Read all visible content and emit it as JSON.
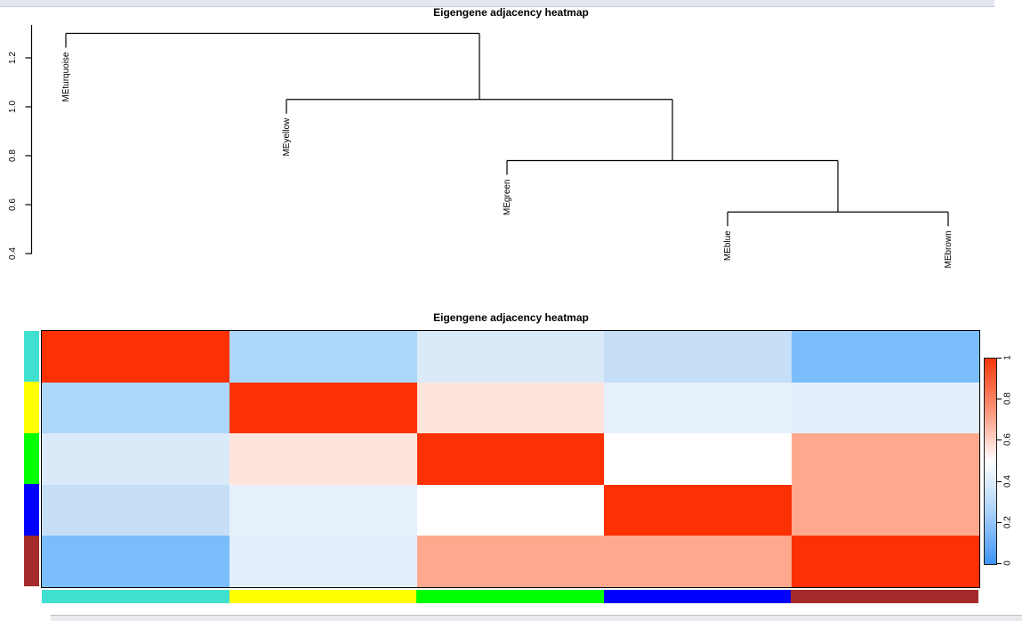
{
  "chrome": {
    "top_strip_color": "#e4e7ed",
    "scrollbar_color": "#e9ebef"
  },
  "chart_data": [
    {
      "type": "dendrogram",
      "title": "Eigengene adjacency heatmap",
      "axis_side": "left",
      "axis_range": [
        0.4,
        1.335
      ],
      "axis_ticks": [
        {
          "label": "0.4",
          "value": 0.4
        },
        {
          "label": "0.6",
          "value": 0.6
        },
        {
          "label": "0.8",
          "value": 0.8
        },
        {
          "label": "1.0",
          "value": 1.0
        },
        {
          "label": "1.2",
          "value": 1.2
        }
      ],
      "leaves": [
        "MEturquoise",
        "MEyellow",
        "MEgreen",
        "MEblue",
        "MEbrown"
      ],
      "tree": {
        "height": 1.3,
        "children": [
          {
            "leaf": "MEturquoise"
          },
          {
            "height": 1.03,
            "children": [
              {
                "leaf": "MEyellow"
              },
              {
                "height": 0.78,
                "children": [
                  {
                    "leaf": "MEgreen"
                  },
                  {
                    "height": 0.57,
                    "children": [
                      {
                        "leaf": "MEblue"
                      },
                      {
                        "leaf": "MEbrown"
                      }
                    ]
                  }
                ]
              }
            ]
          }
        ]
      },
      "merge_heights": {
        "MEblue+MEbrown": 0.57,
        "MEgreen+(MEblue,MEbrown)": 0.78,
        "MEyellow+(MEgreen,MEblue,MEbrown)": 1.03,
        "MEturquoise+(rest)": 1.3
      }
    },
    {
      "type": "heatmap",
      "title": "Eigengene adjacency heatmap",
      "rows": [
        "MEturquoise",
        "MEyellow",
        "MEgreen",
        "MEblue",
        "MEbrown"
      ],
      "cols": [
        "MEturquoise",
        "MEyellow",
        "MEgreen",
        "MEblue",
        "MEbrown"
      ],
      "module_colors": {
        "MEturquoise": "#40E0D0",
        "MEyellow": "#FFFF00",
        "MEgreen": "#00FF00",
        "MEblue": "#0000FF",
        "MEbrown": "#A52A2A"
      },
      "values": [
        [
          1.0,
          0.3,
          0.42,
          0.36,
          0.16
        ],
        [
          0.3,
          1.0,
          0.57,
          0.45,
          0.44
        ],
        [
          0.42,
          0.57,
          1.0,
          0.5,
          0.73
        ],
        [
          0.36,
          0.45,
          0.5,
          1.0,
          0.73
        ],
        [
          0.16,
          0.44,
          0.73,
          0.73,
          1.0
        ]
      ],
      "cell_colors": [
        [
          "#FB3104",
          "#ACD7FA",
          "#DBEAF9",
          "#C6DEF6",
          "#79BEFB"
        ],
        [
          "#ACD7FA",
          "#FB3104",
          "#FEE5DC",
          "#E6F0FB",
          "#E3EEFA"
        ],
        [
          "#DBEAF9",
          "#FEE5DC",
          "#FB3104",
          "#FFFFFF",
          "#FEA98E"
        ],
        [
          "#C6DEF6",
          "#E6F0FB",
          "#FFFFFF",
          "#FB3104",
          "#FEA98E"
        ],
        [
          "#79BEFB",
          "#E3EEFA",
          "#FEA98E",
          "#FEA98E",
          "#FB3104"
        ]
      ],
      "colorbar": {
        "min": 0,
        "max": 1,
        "tick_labels": [
          "1",
          "0.8",
          "0.6",
          "0.4",
          "0.2",
          "0"
        ],
        "gradient_top_to_bottom": [
          "#F5380A",
          "#FB9478",
          "#FFFFFF",
          "#A8D1F9",
          "#3F93F5"
        ]
      }
    }
  ]
}
